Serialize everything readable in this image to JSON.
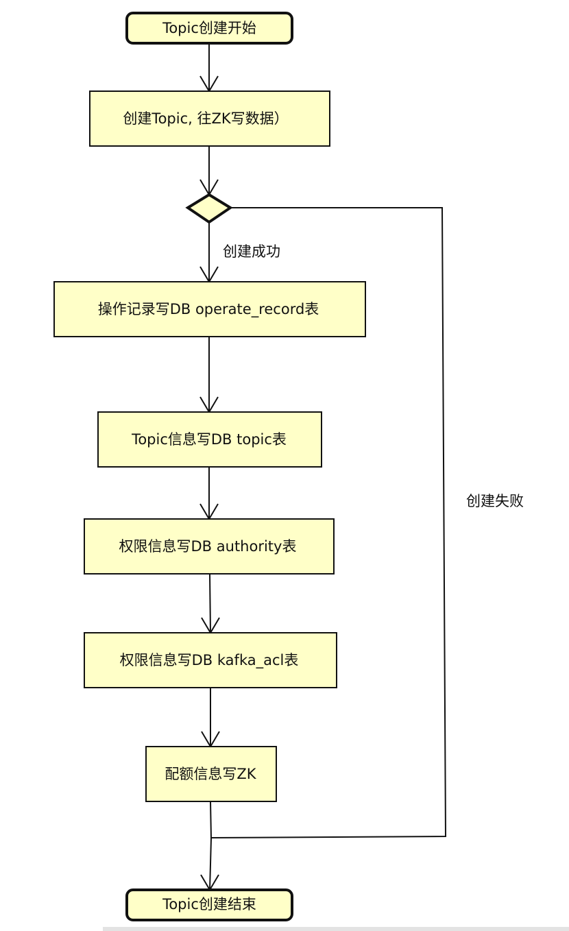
{
  "nodes": {
    "start": "Topic创建开始",
    "create_topic": "创建Topic, 往ZK写数据）",
    "op_record": "操作记录写DB operate_record表",
    "topic_info": "Topic信息写DB topic表",
    "authority": "权限信息写DB authority表",
    "kafka_acl": "权限信息写DB kafka_acl表",
    "quota": "配额信息写ZK",
    "end": "Topic创建结束"
  },
  "edges": {
    "success_label": "创建成功",
    "fail_label": "创建失败"
  },
  "colors": {
    "node_fill": "#ffffc8",
    "stroke": "#111111"
  }
}
